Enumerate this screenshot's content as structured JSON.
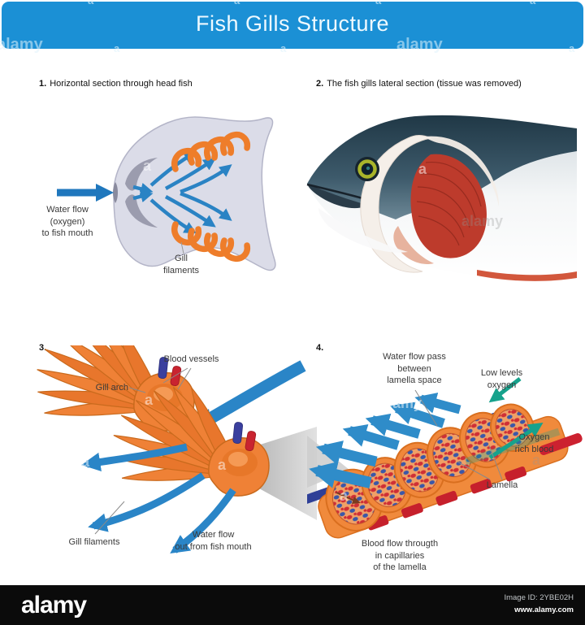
{
  "header": {
    "title": "Fish Gills Structure"
  },
  "p1": {
    "num": "1.",
    "caption": "Horizontal section through head fish",
    "water": "Water flow\n(oxygen)\nto fish mouth",
    "filaments": "Gill\nfilaments"
  },
  "p2": {
    "num": "2.",
    "caption": "The fish gills lateral section (tissue was removed)"
  },
  "p3": {
    "num": "3.",
    "blood_vessels": "Blood vessels",
    "gill_arch": "Gill arch",
    "gill_filaments": "Gill filaments",
    "water_out": "Water flow\nout from fish mouth"
  },
  "p4": {
    "num": "4.",
    "water_pass": "Water flow pass\nbetween\nlamella space",
    "low_oxygen": "Low levels\noxygen",
    "oxygen_rich": "Oxygen\nrich blood",
    "lamella": "Lamella",
    "blood_flow": "Blood flow througth\nin capillaries\nof the lamella"
  },
  "wm": {
    "brand": "alamy",
    "letter": "a"
  },
  "footer": {
    "logo": "alamy",
    "image_id": "Image ID: 2YBE02H",
    "url": "www.alamy.com"
  },
  "colors": {
    "header_blue": "#1b90d5",
    "arrow_blue": "#2a85c7",
    "orange": "#ef8136",
    "teal": "#17a28c",
    "vessel_blue": "#303f9a",
    "vessel_red": "#c8202c",
    "gill_red": "#bd3b2c"
  }
}
